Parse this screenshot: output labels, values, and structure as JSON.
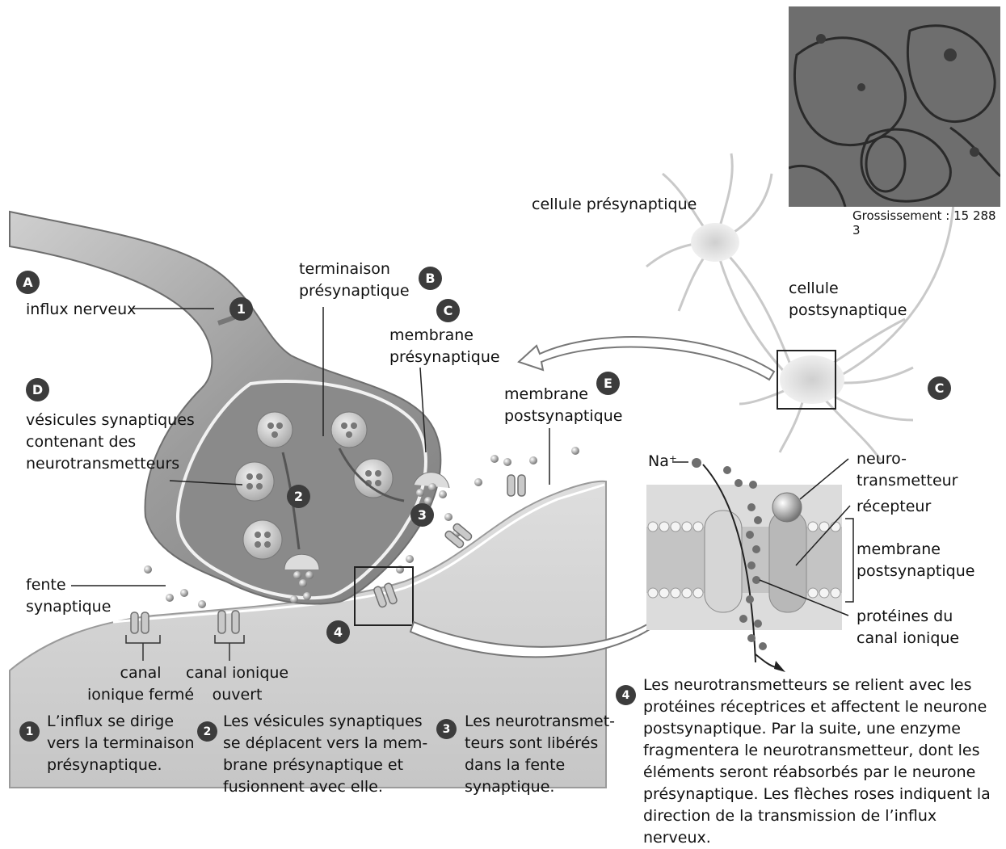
{
  "labels": {
    "influx": "influx nerveux",
    "terminaison": "terminaison\nprésynaptique",
    "membrane_pre": "membrane\nprésynaptique",
    "vesicules": "vésicules synaptiques\ncontenant des\nneurotransmetteurs",
    "membrane_post": "membrane\npostsynaptique",
    "fente": "fente\nsynaptique",
    "canal_ferme": "canal\nionique fermé",
    "canal_ouvert": "canal ionique\nouvert",
    "cellule_pre": "cellule présynaptique",
    "cellule_post": "cellule\npostsynaptique",
    "grossissement": "Grossissement : 15 288 3",
    "na": "Na⁺",
    "neurotransmetteur": "neuro-\ntransmetteur",
    "recepteur": "récepteur",
    "membrane_post_inset": "membrane\npostsynaptique",
    "proteines": "protéines du\ncanal ionique"
  },
  "badges": {
    "A": "A",
    "B": "B",
    "C": "C",
    "D": "D",
    "E": "E",
    "n1": "1",
    "n2": "2",
    "n3": "3",
    "n4": "4"
  },
  "captions": {
    "c1": "L’influx se dirige\nvers la terminaison\nprésynaptique.",
    "c2": "Les vésicules synaptiques\nse déplacent vers la mem-\nbrane présynaptique et\nfusionnent avec elle.",
    "c3": "Les neurotransmet-\nteurs sont libérés\ndans la fente\nsynaptique.",
    "c4": "Les neurotransmetteurs se relient avec les\nprotéines réceptrices et affectent le neurone\npostsynaptique. Par la suite, une enzyme\nfragmentera le neurotransmetteur, dont les\néléments seront réabsorbés par le neurone\nprésynaptique. Les flèches roses indiquent la\ndirection de la transmission de l’influx nerveux."
  },
  "colors": {
    "badge": "#3c3c3c",
    "tissue": "#b9b9b9",
    "cleft": "#e6e6e6"
  }
}
